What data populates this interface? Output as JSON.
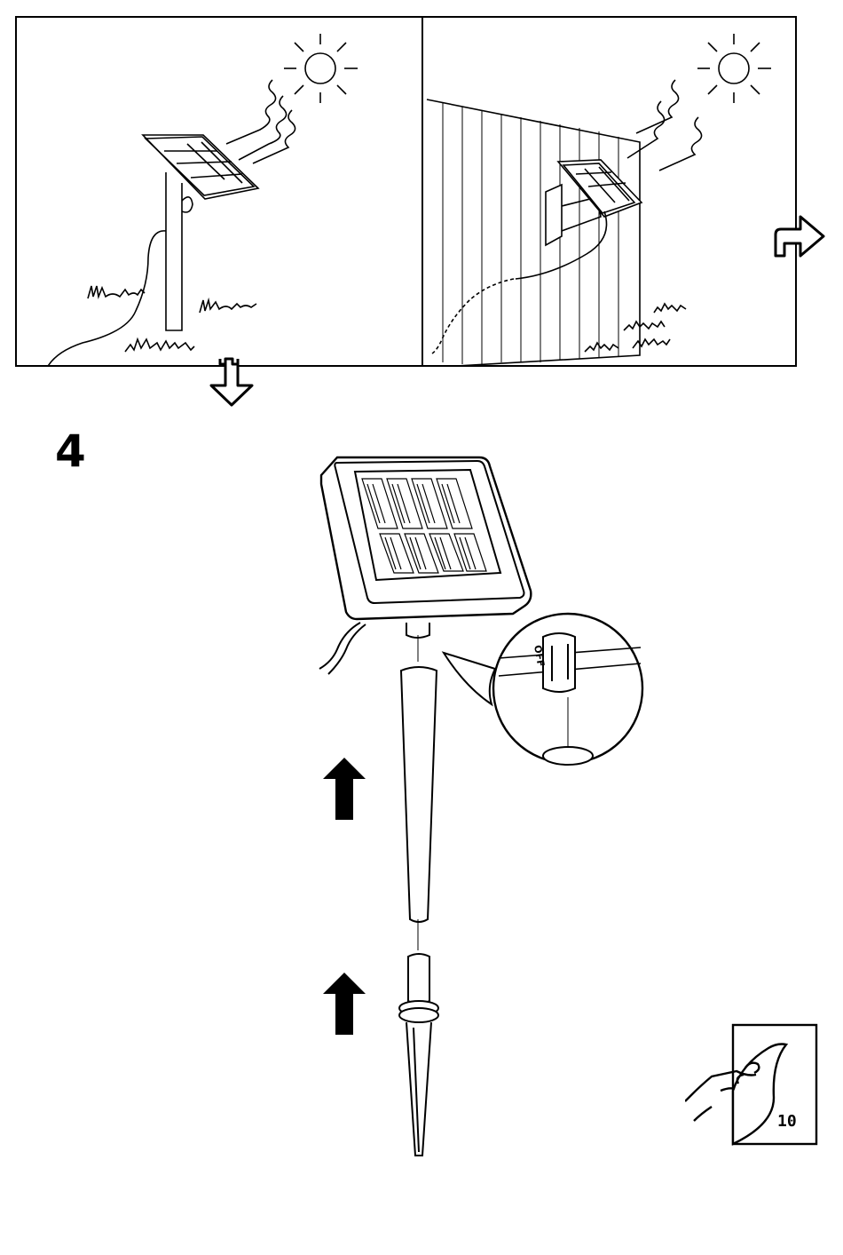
{
  "step": {
    "number": "4"
  },
  "options": [
    {
      "id": "ground-stake",
      "label": ""
    },
    {
      "id": "wall-mount",
      "label": ""
    }
  ],
  "closeup": {
    "switch_text": "OFF"
  },
  "page_turn": {
    "page_number": "10"
  },
  "icons": [
    "sun-icon",
    "arrow-down-outline-icon",
    "arrow-right-outline-icon",
    "arrow-up-filled-icon",
    "turn-page-icon"
  ]
}
